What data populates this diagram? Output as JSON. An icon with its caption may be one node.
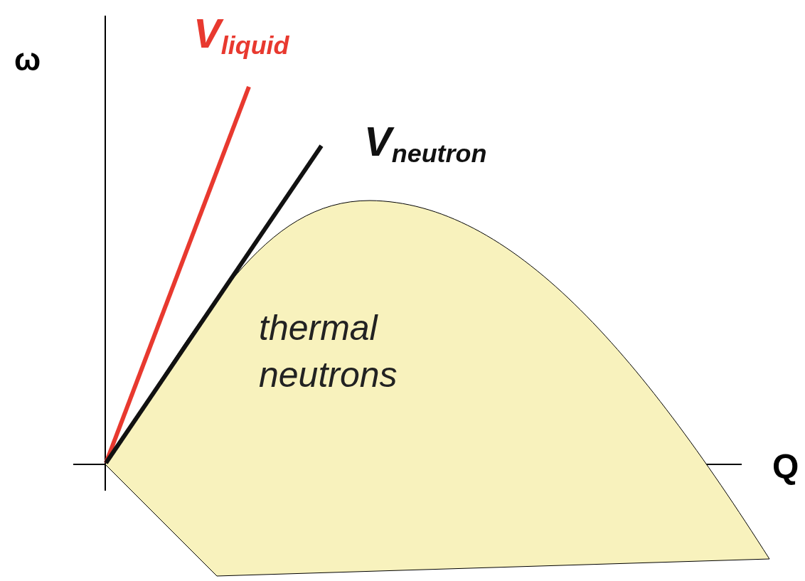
{
  "diagram": {
    "nodes": [
      {
        "text": [
          "thermal neutrons"
        ]
      }
    ],
    "edges": [],
    "labels": [
      "ω",
      "V$_{liquid}$",
      "V$_{neutron}$",
      "Q"
    ]
  }
}
